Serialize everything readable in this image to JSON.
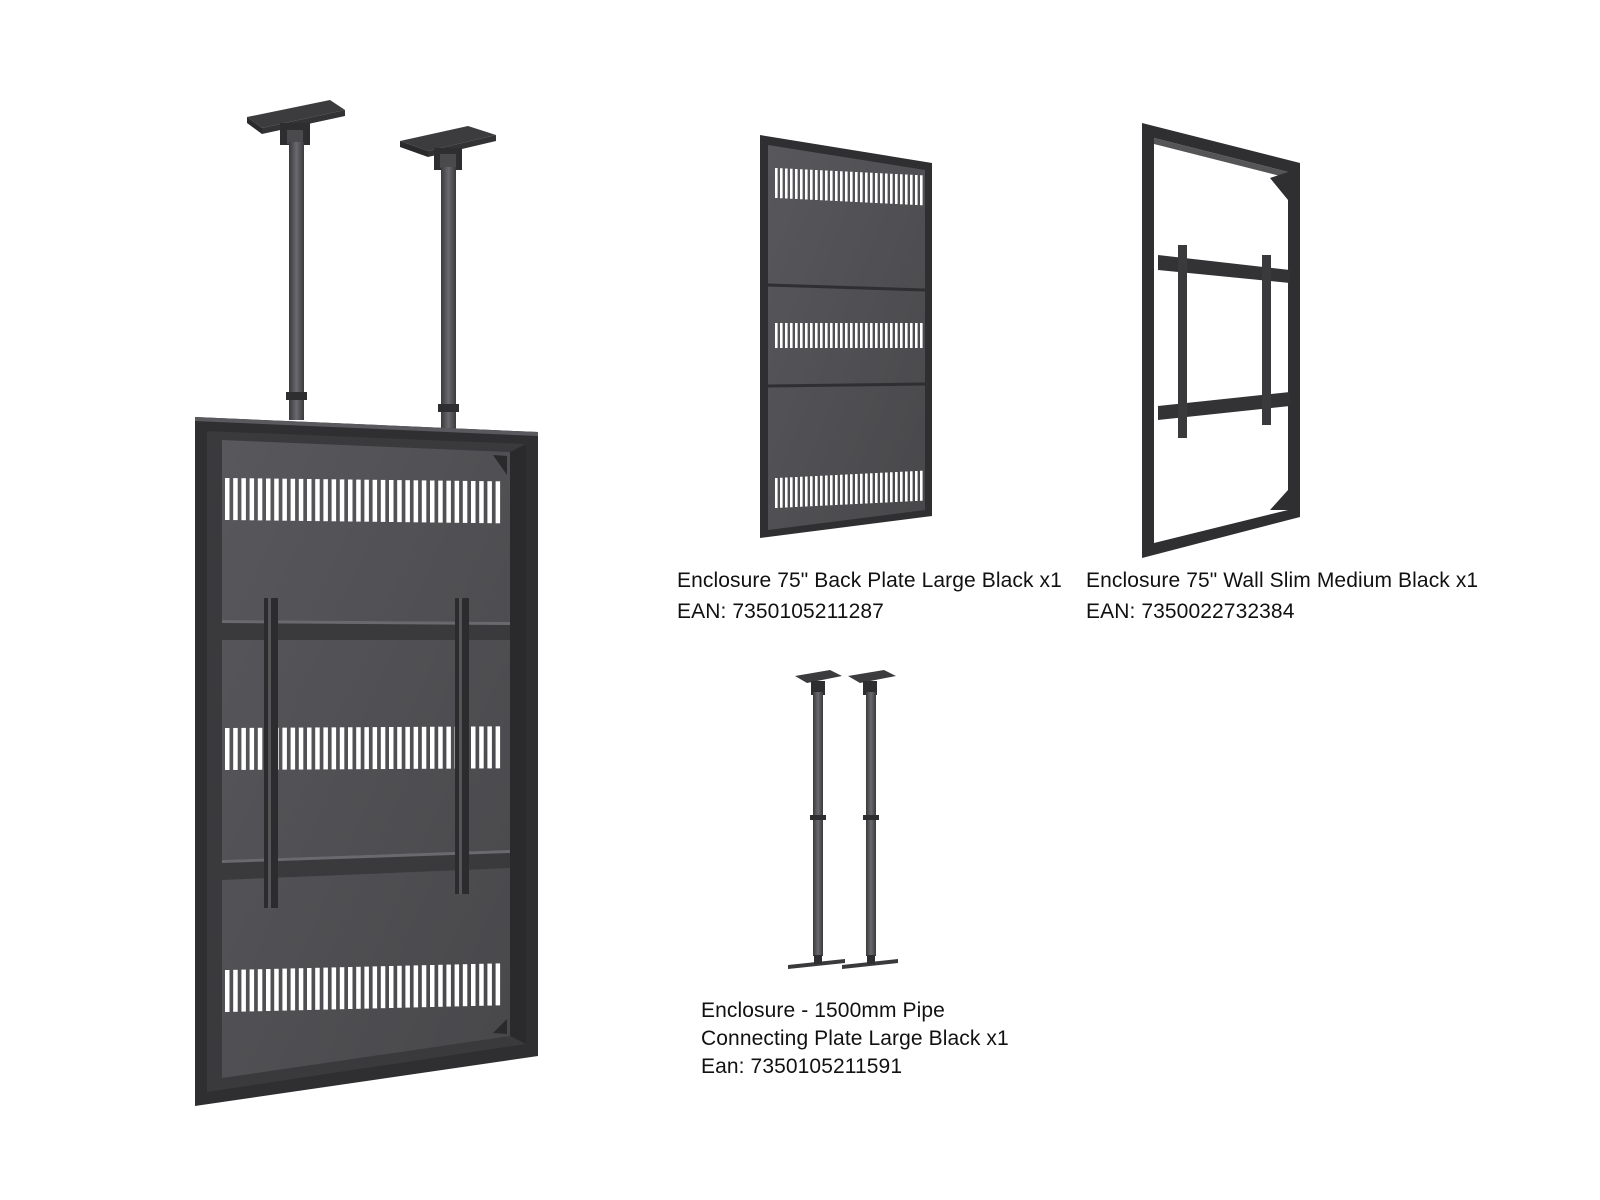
{
  "colors": {
    "background": "#ffffff",
    "metal_dark": "#2e2e30",
    "metal_mid": "#4a4a4d",
    "metal_face": "#525255",
    "metal_light": "#6a6a6e",
    "slot": "#ffffff",
    "text": "#111111"
  },
  "products": [
    {
      "icon": "ceiling-enclosure-assembly-image",
      "caption_lines": []
    },
    {
      "icon": "back-plate-image",
      "caption_lines": [
        "Enclosure 75\" Back Plate Large Black x1",
        "EAN: 7350105211287"
      ]
    },
    {
      "icon": "wall-slim-frame-image",
      "caption_lines": [
        "Enclosure 75\" Wall Slim Medium Black x1",
        "EAN: 7350022732384"
      ]
    },
    {
      "icon": "pipe-connecting-plate-image",
      "caption_lines": [
        "Enclosure - 1500mm Pipe",
        "Connecting Plate Large Black x1",
        "Ean: 7350105211591"
      ]
    }
  ]
}
